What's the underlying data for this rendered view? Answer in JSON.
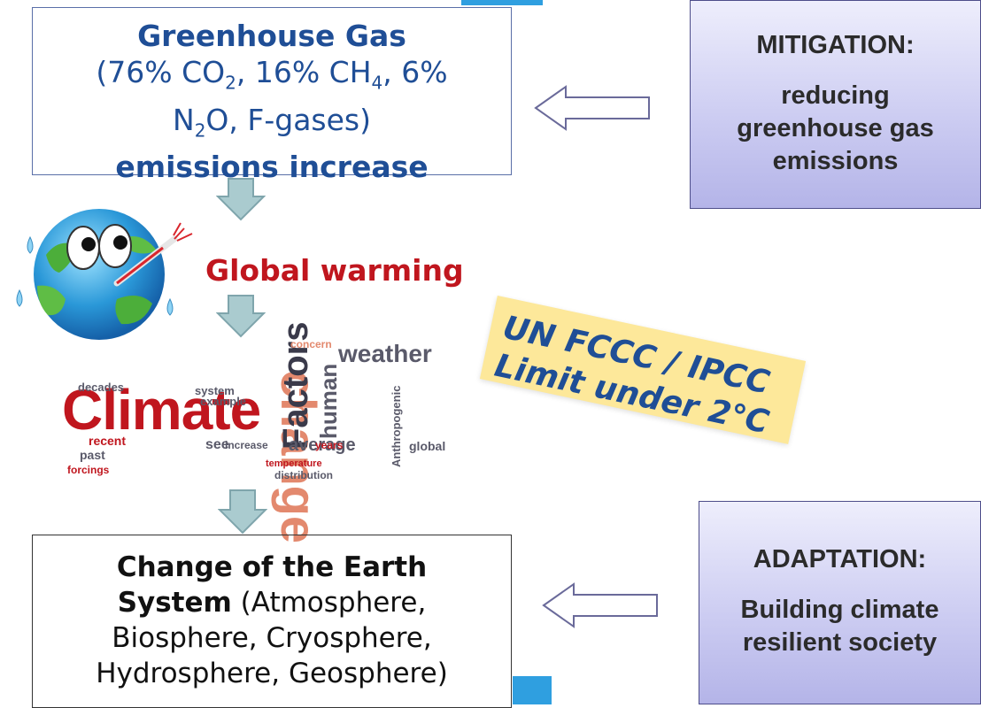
{
  "ghg_box": {
    "title": "Greenhouse Gas",
    "composition_open": "(76% CO",
    "co2_sub": "2",
    "composition_mid1": ", 16% CH",
    "ch4_sub": "4",
    "composition_mid2": ", 6%",
    "n2o_prefix": "N",
    "n2o_sub": "2",
    "composition_end": "O, F-gases)",
    "subtitle": "emissions increase"
  },
  "mitigation": {
    "heading": "MITIGATION:",
    "body_line1": "reducing",
    "body_line2": "greenhouse gas",
    "body_line3": "emissions"
  },
  "global_warming": "Global warming",
  "un_note": {
    "line1": "UN FCCC / IPCC",
    "line2": "Limit under 2℃"
  },
  "word_cloud": {
    "words": [
      "Climate",
      "change",
      "Factors",
      "weather",
      "human",
      "average",
      "decades",
      "increase",
      "temperature",
      "distribution",
      "system",
      "example",
      "past",
      "forcings",
      "years",
      "Anthropogenic",
      "global",
      "see",
      "recent",
      "concern"
    ]
  },
  "earth_box": {
    "title_line1": "Change of the Earth",
    "title_line2": "System",
    "rest_line2": " (Atmosphere,",
    "line3": "Biosphere, Cryosphere,",
    "line4": "Hydrosphere, Geosphere)"
  },
  "adaptation": {
    "heading": "ADAPTATION:",
    "body_line1": "Building climate",
    "body_line2": "resilient society"
  },
  "colors": {
    "accent_blue": "#2f9fe0",
    "ghg_text": "#1f4e96",
    "warming_red": "#c0161e",
    "note_bg": "#fde89a",
    "side_box_grad": "#cdcdf2",
    "arrow_fill": "#aacbcf"
  }
}
